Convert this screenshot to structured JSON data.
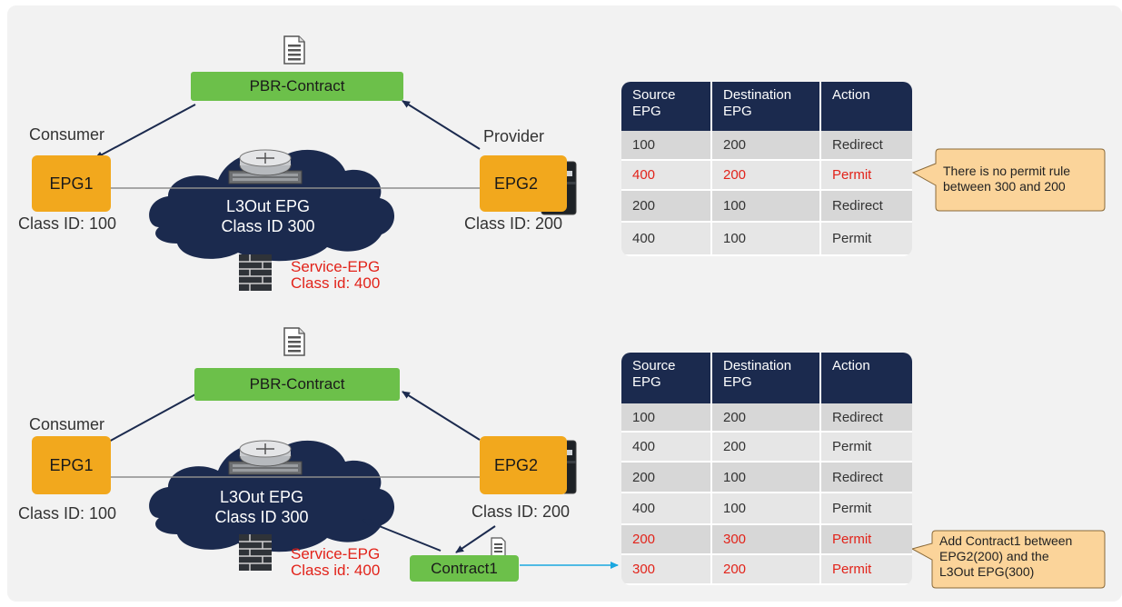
{
  "top": {
    "contract": "PBR-Contract",
    "consumer": "Consumer",
    "provider": "Provider",
    "epg1": "EPG1",
    "epg2": "EPG2",
    "epg1_class": "Class ID: 100",
    "epg2_class": "Class ID: 200",
    "l3out_line1": "L3Out EPG",
    "l3out_line2": "Class ID 300",
    "service_line1": "Service-EPG",
    "service_line2": "Class id: 400",
    "table": {
      "headers": [
        [
          "Source",
          "EPG"
        ],
        [
          "Destination",
          "EPG"
        ],
        [
          "Action"
        ]
      ],
      "rows": [
        {
          "src": "100",
          "dst": "200",
          "action": "Redirect",
          "highlight": false
        },
        {
          "src": "400",
          "dst": "200",
          "action": "Permit",
          "highlight": true
        },
        {
          "src": "200",
          "dst": "100",
          "action": "Redirect",
          "highlight": false
        },
        {
          "src": "400",
          "dst": "100",
          "action": "Permit",
          "highlight": false
        }
      ]
    },
    "callout": [
      "There is no permit rule",
      "between 300 and 200"
    ]
  },
  "bottom": {
    "contract": "PBR-Contract",
    "consumer": "Consumer",
    "epg1": "EPG1",
    "epg2": "EPG2",
    "epg1_class": "Class ID: 100",
    "epg2_class": "Class ID: 200",
    "l3out_line1": "L3Out EPG",
    "l3out_line2": "Class ID 300",
    "service_line1": "Service-EPG",
    "service_line2": "Class id: 400",
    "contract1": "Contract1",
    "table": {
      "headers": [
        [
          "Source",
          "EPG"
        ],
        [
          "Destination",
          "EPG"
        ],
        [
          "Action"
        ]
      ],
      "rows": [
        {
          "src": "100",
          "dst": "200",
          "action": "Redirect",
          "highlight": false
        },
        {
          "src": "400",
          "dst": "200",
          "action": "Permit",
          "highlight": false
        },
        {
          "src": "200",
          "dst": "100",
          "action": "Redirect",
          "highlight": false
        },
        {
          "src": "400",
          "dst": "100",
          "action": "Permit",
          "highlight": false
        },
        {
          "src": "200",
          "dst": "300",
          "action": "Permit",
          "highlight": true
        },
        {
          "src": "300",
          "dst": "200",
          "action": "Permit",
          "highlight": true
        }
      ]
    },
    "callout": [
      "Add Contract1 between",
      "EPG2(200) and the",
      "L3Out EPG(300)"
    ]
  },
  "icons": {
    "document": "document-icon",
    "router": "router-icon",
    "firewall": "firewall-icon",
    "server": "server-icon"
  },
  "colors": {
    "contract": "#6cc04a",
    "epg": "#f2a81d",
    "cloud": "#1b2a4e",
    "table_header": "#1b2a4e",
    "highlight": "#e2231a",
    "callout": "#fbd49a",
    "link_arrow": "#1aa7e0"
  }
}
